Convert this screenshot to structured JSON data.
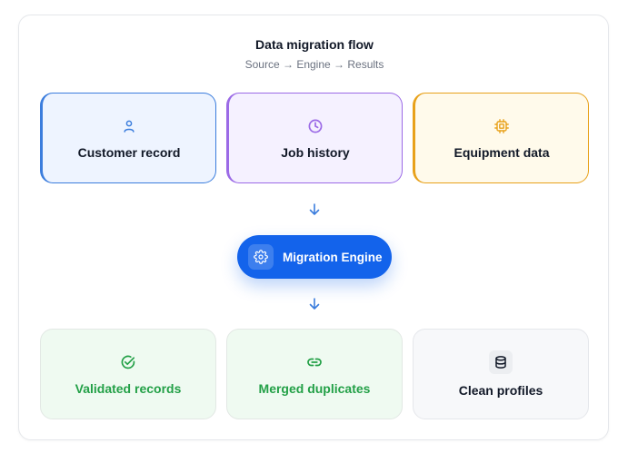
{
  "header": {
    "title": "Data migration flow",
    "subtitle": "Source → Engine → Results"
  },
  "sources": [
    {
      "label": "Customer record",
      "icon": "user-icon",
      "color": "#3b7ddd"
    },
    {
      "label": "Job history",
      "icon": "clock-icon",
      "color": "#9b6ae6"
    },
    {
      "label": "Equipment data",
      "icon": "chip-icon",
      "color": "#e8a11a"
    }
  ],
  "engine": {
    "label": "Migration Engine",
    "icon": "gear-icon",
    "color": "#1363eb"
  },
  "results": [
    {
      "label": "Validated records",
      "icon": "check-circle-icon",
      "color": "#23a047"
    },
    {
      "label": "Merged duplicates",
      "icon": "link-icon",
      "color": "#23a047"
    },
    {
      "label": "Clean profiles",
      "icon": "database-icon",
      "color": "#111827"
    }
  ],
  "arrows": {
    "icon": "arrow-down-icon",
    "color": "#3b7ddd"
  }
}
